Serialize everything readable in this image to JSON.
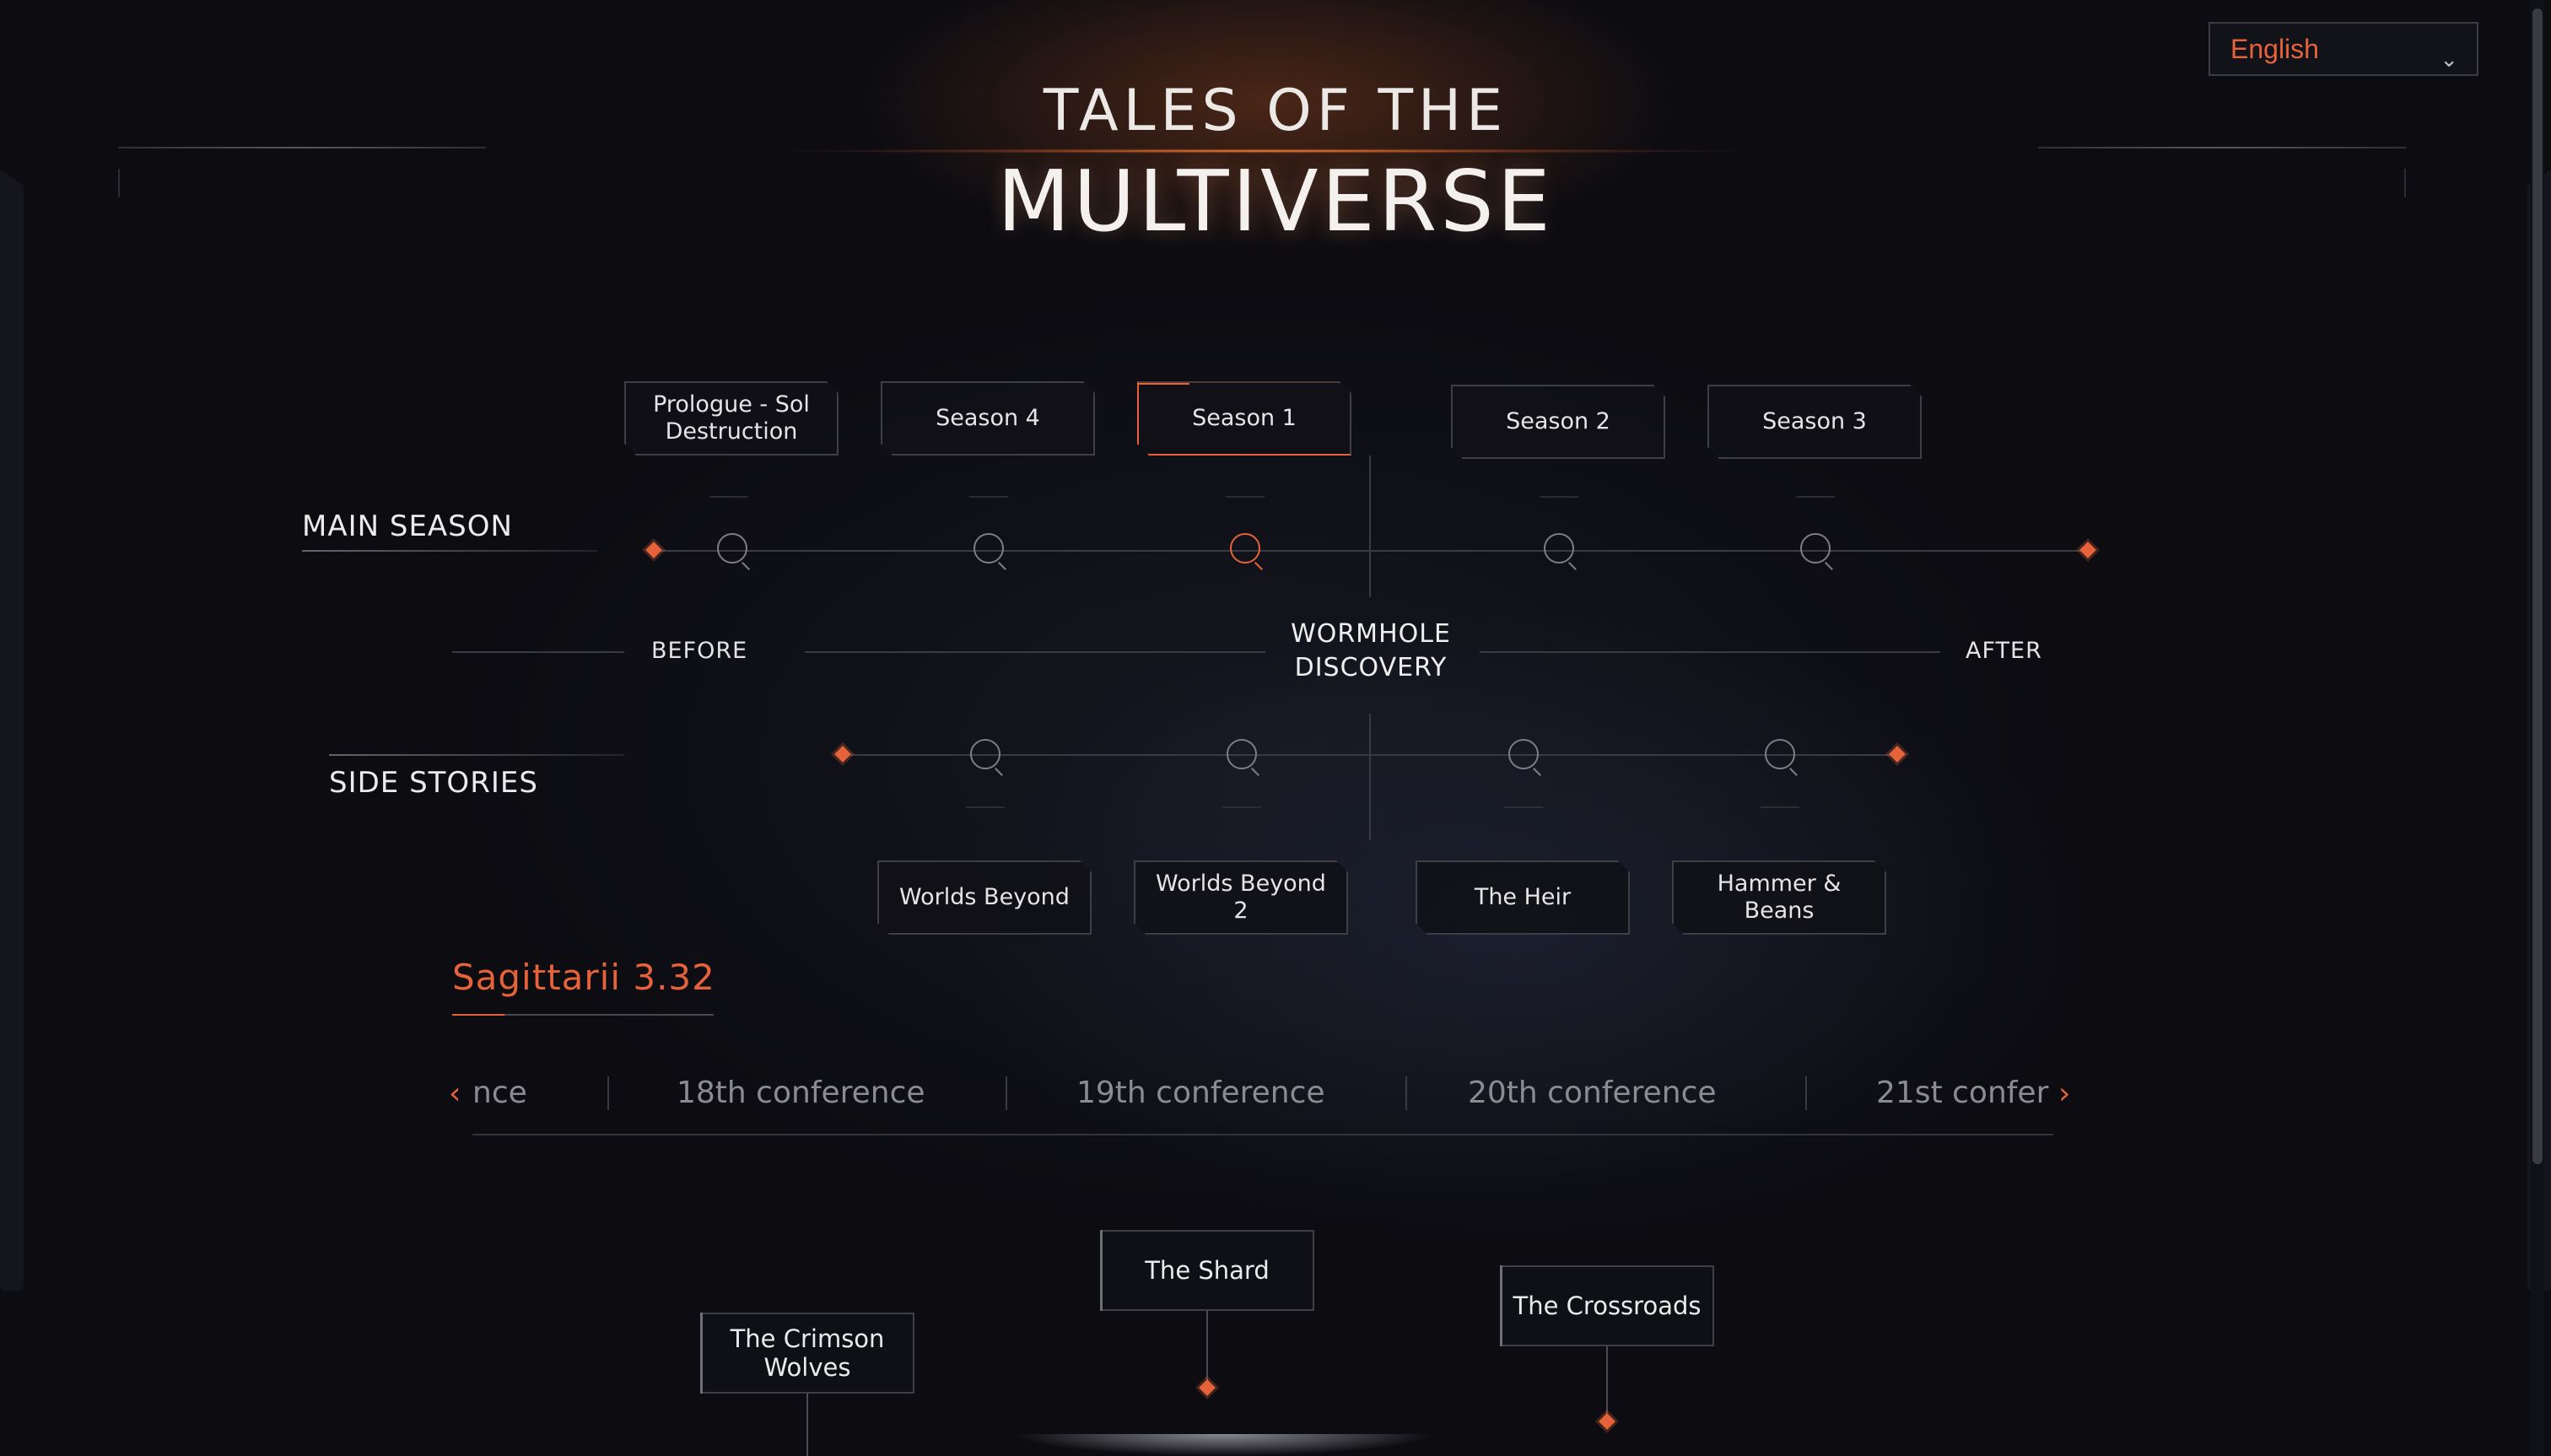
{
  "header": {
    "title_top": "TALES OF THE",
    "title_main": "MULTIVERSE"
  },
  "language": {
    "selected": "English",
    "chevron_icon": "chevron-down-icon"
  },
  "timeline": {
    "main_row_label": "MAIN SEASON",
    "side_row_label": "SIDE STORIES",
    "before_label": "BEFORE",
    "after_label": "AFTER",
    "center_label_line1": "WORMHOLE",
    "center_label_line2": "DISCOVERY",
    "main_seasons": [
      {
        "label_line1": "Prologue - Sol",
        "label_line2": "Destruction"
      },
      {
        "label_line1": "Season 4",
        "label_line2": ""
      },
      {
        "label_line1": "Season 1",
        "label_line2": ""
      },
      {
        "label_line1": "Season 2",
        "label_line2": ""
      },
      {
        "label_line1": "Season 3",
        "label_line2": ""
      }
    ],
    "active_season": "Season 1",
    "side_stories": [
      {
        "label_line1": "Worlds Beyond",
        "label_line2": ""
      },
      {
        "label_line1": "Worlds Beyond",
        "label_line2": "2"
      },
      {
        "label_line1": "The Heir",
        "label_line2": ""
      },
      {
        "label_line1": "Hammer &",
        "label_line2": "Beans"
      }
    ],
    "accent_color": "#e5623a"
  },
  "section": {
    "title": "Sagittarii 3.32"
  },
  "conferences": {
    "tabs": [
      "nce",
      "18th conference",
      "19th conference",
      "20th conference",
      "21st confer"
    ],
    "prev_icon": "chevron-left-icon",
    "next_icon": "chevron-right-icon"
  },
  "locations": [
    {
      "line1": "The Crimson",
      "line2": "Wolves"
    },
    {
      "line1": "The Shard",
      "line2": ""
    },
    {
      "line1": "The Crossroads",
      "line2": ""
    }
  ]
}
